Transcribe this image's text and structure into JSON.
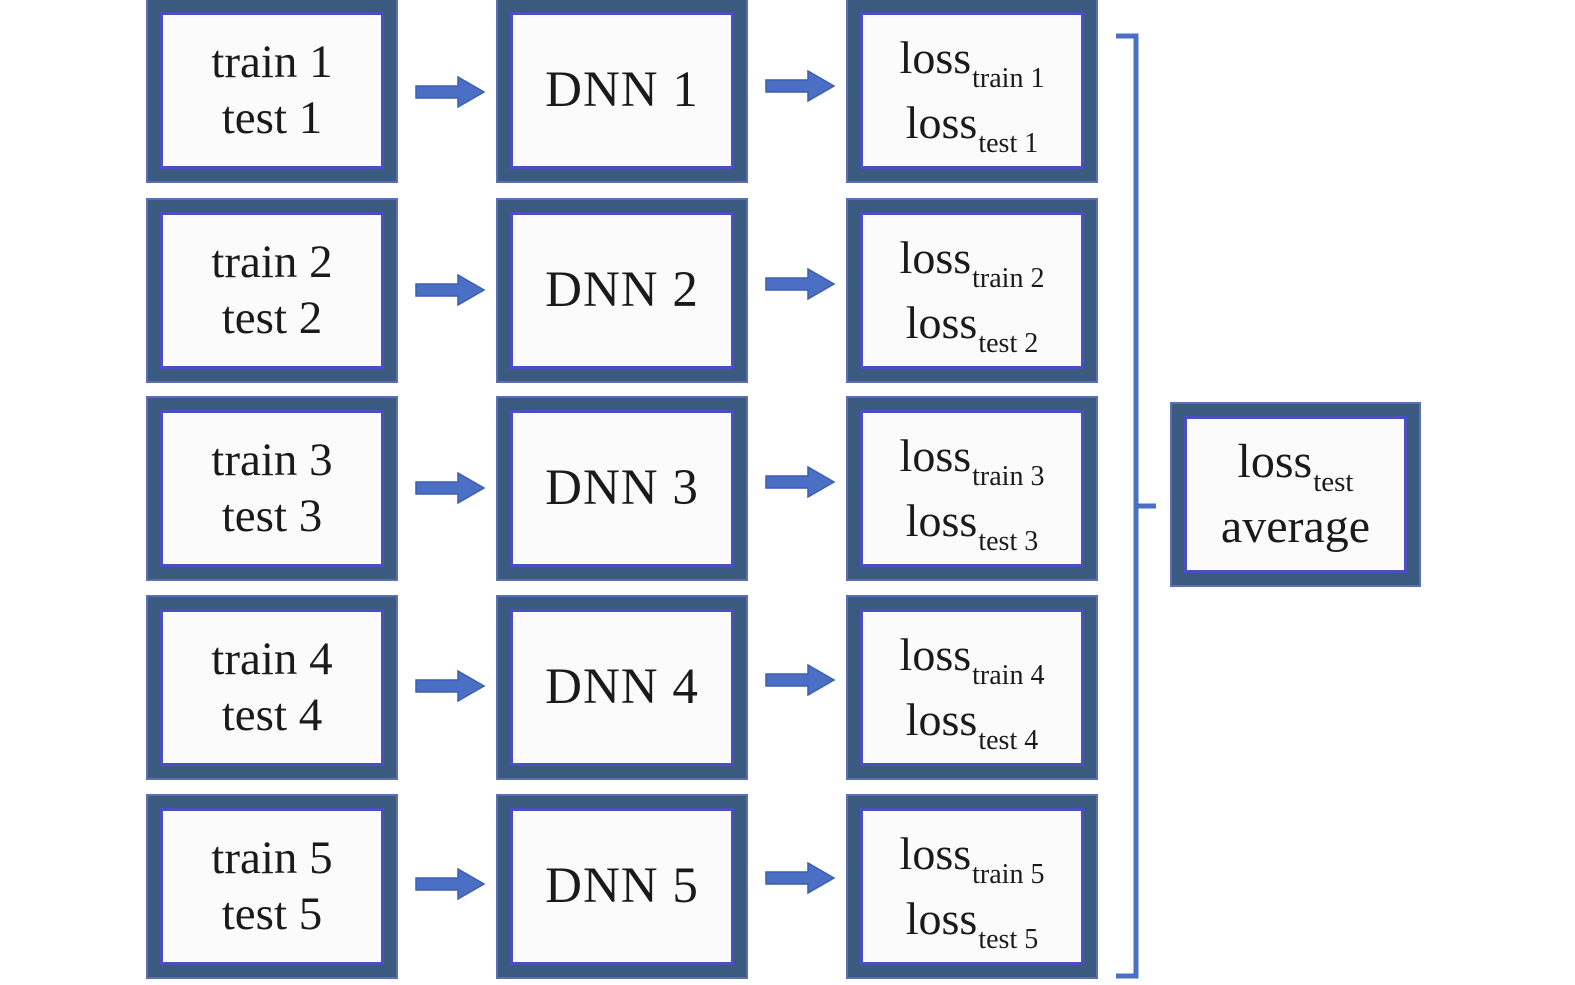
{
  "folds": [
    {
      "data_lines": [
        "train 1",
        "test 1"
      ],
      "model_label": "DNN 1",
      "loss_lines": [
        {
          "base": "loss",
          "sub": "train 1"
        },
        {
          "base": "loss",
          "sub": "test 1"
        }
      ]
    },
    {
      "data_lines": [
        "train 2",
        "test 2"
      ],
      "model_label": "DNN 2",
      "loss_lines": [
        {
          "base": "loss",
          "sub": "train 2"
        },
        {
          "base": "loss",
          "sub": "test 2"
        }
      ]
    },
    {
      "data_lines": [
        "train 3",
        "test 3"
      ],
      "model_label": "DNN 3",
      "loss_lines": [
        {
          "base": "loss",
          "sub": "train 3"
        },
        {
          "base": "loss",
          "sub": "test 3"
        }
      ]
    },
    {
      "data_lines": [
        "train 4",
        "test 4"
      ],
      "model_label": "DNN 4",
      "loss_lines": [
        {
          "base": "loss",
          "sub": "train 4"
        },
        {
          "base": "loss",
          "sub": "test 4"
        }
      ]
    },
    {
      "data_lines": [
        "train 5",
        "test 5"
      ],
      "model_label": "DNN 5",
      "loss_lines": [
        {
          "base": "loss",
          "sub": "train 5"
        },
        {
          "base": "loss",
          "sub": "test 5"
        }
      ]
    }
  ],
  "result": {
    "line1": {
      "base": "loss",
      "sub": "test"
    },
    "line2": "average"
  },
  "colors": {
    "box_border": "#3b5a80",
    "box_inner": "#4b4fc2",
    "arrow": "#4a6fc4",
    "bracket": "#4a6fc4",
    "box_fill": "#fbfbfb",
    "text": "#1a1a1a"
  }
}
